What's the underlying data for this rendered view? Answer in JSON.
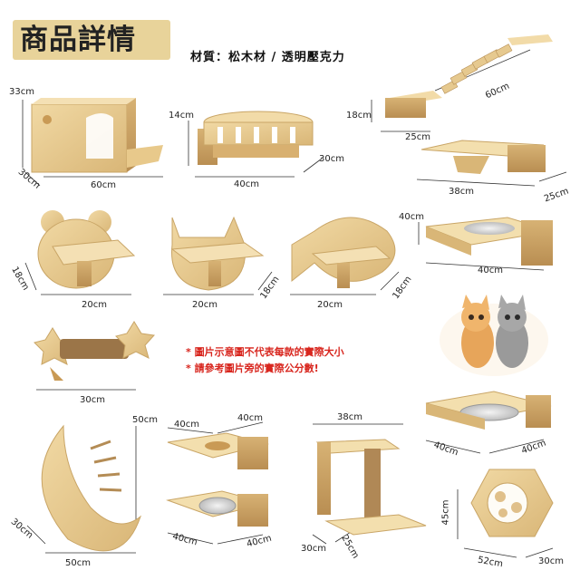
{
  "header": {
    "title": "商品詳情",
    "material": "材質：松木材 / 透明壓克力"
  },
  "notes": [
    "* 圖片示意圖不代表每款的實際大小",
    "* 請參考圖片旁的實際公分數!"
  ],
  "dimensions": {
    "box_height": "33cm",
    "box_width": "60cm",
    "box_depth": "30cm",
    "round_height": "14cm",
    "round_width": "40cm",
    "round_depth": "30cm",
    "ladder_height": "18cm",
    "ladder_width": "60cm",
    "ladder_platform": "25cm",
    "shelf_width": "38cm",
    "shelf_depth": "25cm",
    "bear_depth": "18cm",
    "bear_width": "20cm",
    "cat_width": "20cm",
    "cat_depth": "18cm",
    "fish_width": "20cm",
    "fish_depth": "18cm",
    "bowl_height": "40cm",
    "bowl_width": "40cm",
    "star_width": "30cm",
    "moon_height": "50cm",
    "moon_depth": "30cm",
    "moon_width": "50cm",
    "hole_w1": "40cm",
    "hole_w2": "40cm",
    "hole_b1": "40cm",
    "hole_b2": "40cm",
    "post_width": "38cm",
    "post_depth": "30cm",
    "post_side": "25cm",
    "acrylic_w1": "40cm",
    "acrylic_w2": "40cm",
    "hex_height": "45cm",
    "hex_width": "52cm",
    "hex_depth": "30cm"
  }
}
